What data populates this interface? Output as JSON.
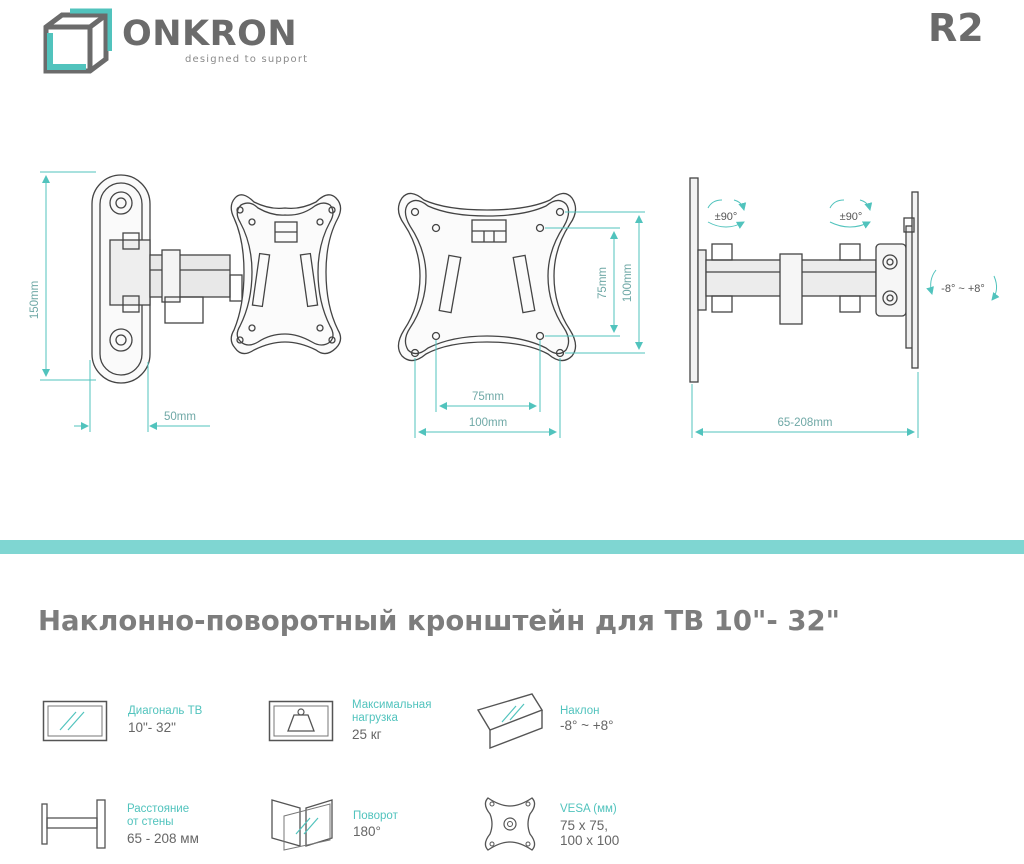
{
  "brand": {
    "name": "ONKRON",
    "tagline": "designed to support",
    "model": "R2"
  },
  "dimensions": {
    "height_150": "150mm",
    "wall_50": "50mm",
    "vesa_75_v": "75mm",
    "vesa_100_v": "100mm",
    "vesa_75_h": "75mm",
    "vesa_100_h": "100mm",
    "reach": "65-208mm",
    "swivel_wall": "±90°",
    "swivel_arm": "±90°",
    "tilt": "-8° ~ +8°"
  },
  "title": "Наклонно-поворотный кронштейн для ТВ 10\"- 32\"",
  "specs": [
    {
      "icon": "tv-diagonal-icon",
      "label_lines": [
        "Диагональ ТВ"
      ],
      "value_lines": [
        "10\"- 32\""
      ]
    },
    {
      "icon": "max-load-icon",
      "label_lines": [
        "Максимальная",
        "нагрузка"
      ],
      "value_lines": [
        "25 кг"
      ]
    },
    {
      "icon": "tilt-icon",
      "label_lines": [
        "Наклон"
      ],
      "value_lines": [
        "-8° ~ +8°"
      ]
    },
    {
      "icon": "wall-distance-icon",
      "label_lines": [
        "Расстояние",
        "от стены"
      ],
      "value_lines": [
        "65 - 208 мм"
      ]
    },
    {
      "icon": "swivel-icon",
      "label_lines": [
        "Поворот"
      ],
      "value_lines": [
        "180°"
      ]
    },
    {
      "icon": "vesa-icon",
      "label_lines": [
        "VESA (мм)"
      ],
      "value_lines": [
        "75 x 75,",
        "100 x 100"
      ]
    }
  ],
  "colors": {
    "accent": "#51c3bd",
    "band": "#7fd6d2",
    "text": "#6b6b6b",
    "line": "#444444"
  }
}
